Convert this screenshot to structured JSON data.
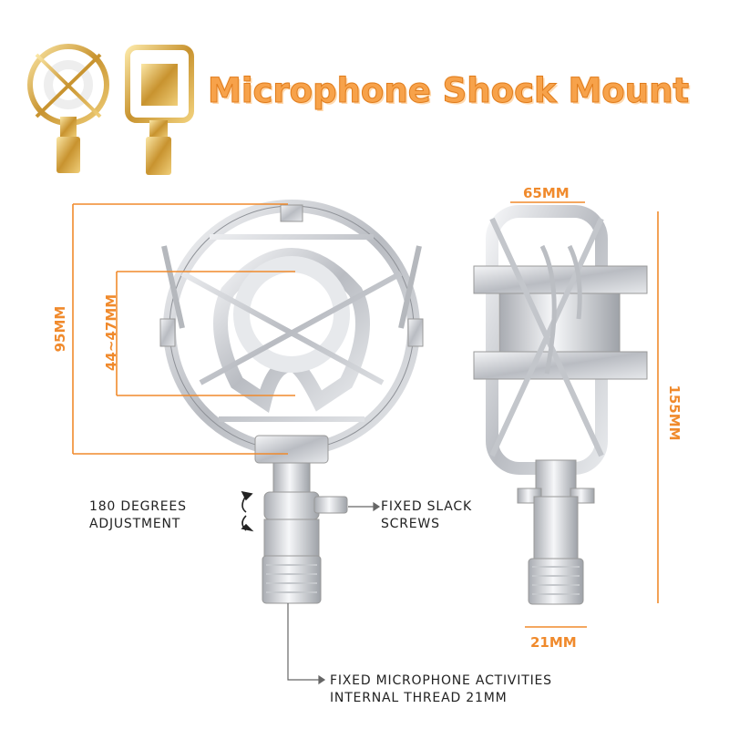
{
  "title": "Microphone Shock Mount",
  "dimensions": {
    "width_top": "65MM",
    "height_left": "95MM",
    "inner_diameter": "44~47MM",
    "height_right": "155MM",
    "base_width": "21MM"
  },
  "notes": {
    "rotation": [
      "180 DEGREES",
      "ADJUSTMENT"
    ],
    "screws": [
      "FIXED SLACK",
      "SCREWS"
    ],
    "thread": [
      "FIXED MICROPHONE ACTIVITIES",
      "INTERNAL THREAD 21MM"
    ]
  },
  "colors": {
    "accent": "#f08a2c",
    "title": "#f7a24a",
    "gold": "#d9a441",
    "silver": "#c9ccd1"
  }
}
